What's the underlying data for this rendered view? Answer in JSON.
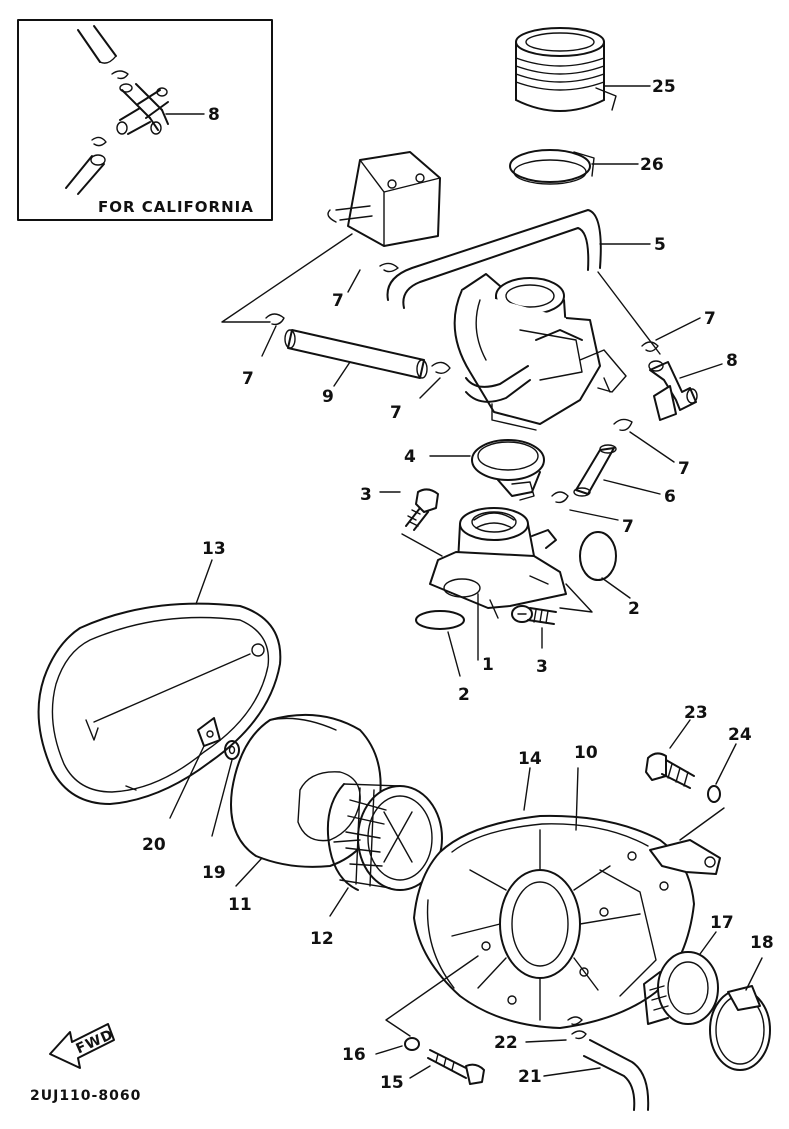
{
  "inset": {
    "caption": "FOR CALIFORNIA"
  },
  "fwd_label": "FWD",
  "drawing_code": "2UJ110-8060",
  "callouts": {
    "n1": "1",
    "n2a": "2",
    "n2b": "2",
    "n3a": "3",
    "n3b": "3",
    "n4": "4",
    "n5": "5",
    "n6": "6",
    "n7a": "7",
    "n7b": "7",
    "n7c": "7",
    "n7d": "7",
    "n7e": "7",
    "n7f": "7",
    "n8a": "8",
    "n8b": "8",
    "n9": "9",
    "n10": "10",
    "n11": "11",
    "n12": "12",
    "n13": "13",
    "n14": "14",
    "n15": "15",
    "n16": "16",
    "n17": "17",
    "n18": "18",
    "n19": "19",
    "n20": "20",
    "n21": "21",
    "n22": "22",
    "n23": "23",
    "n24": "24",
    "n25": "25",
    "n26": "26"
  }
}
